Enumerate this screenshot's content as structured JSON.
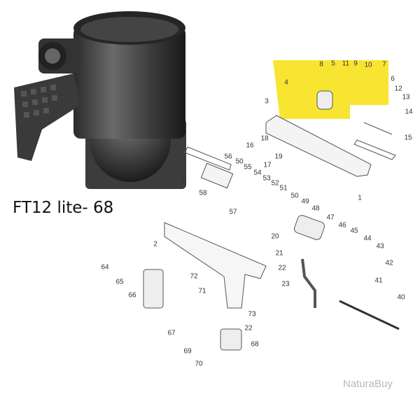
{
  "title": "FT12 lite- 68",
  "watermark": "NaturaBuy",
  "highlight_color": "#f7e21b",
  "part_labels": [
    "8",
    "5",
    "11",
    "9",
    "10",
    "7",
    "4",
    "6",
    "12",
    "13",
    "14",
    "3",
    "15",
    "18",
    "16",
    "19",
    "17",
    "1",
    "56",
    "50",
    "55",
    "54",
    "53",
    "52",
    "51",
    "50",
    "49",
    "48",
    "9",
    "58",
    "57",
    "47",
    "46",
    "45",
    "44",
    "43",
    "42",
    "41",
    "40",
    "20",
    "21",
    "22",
    "23",
    "2",
    "64",
    "65",
    "66",
    "72",
    "71",
    "73",
    "67",
    "22",
    "68",
    "69",
    "70"
  ]
}
